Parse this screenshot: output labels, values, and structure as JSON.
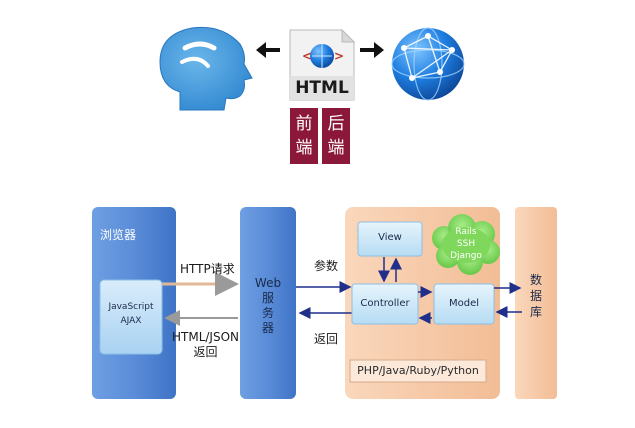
{
  "top": {
    "html_label": "HTML",
    "front_label": "前\n端",
    "back_label": "后\n端"
  },
  "diagram": {
    "browser_label": "浏览器",
    "js_label": "JavaScript\nAJAX",
    "http_request_label": "HTTP请求",
    "html_json_label": "HTML/JSON\n返回",
    "web_server_label": "Web\n服\n务\n器",
    "params_label": "参数",
    "return_label": "返回",
    "view_label": "View",
    "controller_label": "Controller",
    "model_label": "Model",
    "frameworks_label": "Rails\nSSH\nDjango",
    "languages_label": "PHP/Java/Ruby/Python",
    "database_label": "数\n据\n库"
  },
  "colors": {
    "blue_panel": "#5b8fd9",
    "peach_panel": "#f6c9a8",
    "cloud_green": "#7dd55a",
    "arrow_navy": "#1f2f8a",
    "globe_blue": "#1570d6"
  }
}
